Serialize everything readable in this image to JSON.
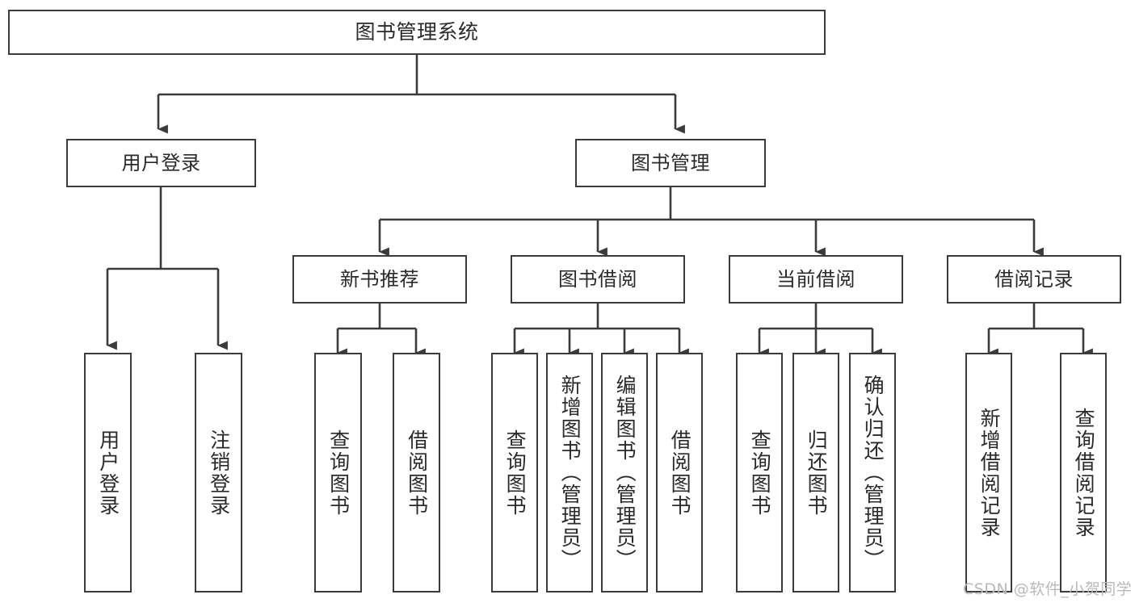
{
  "diagram": {
    "type": "tree",
    "title": "图书管理系统",
    "root": {
      "label": "图书管理系统"
    },
    "level1": [
      {
        "label": "用户登录"
      },
      {
        "label": "图书管理"
      }
    ],
    "level2": [
      {
        "label": "新书推荐"
      },
      {
        "label": "图书借阅"
      },
      {
        "label": "当前借阅"
      },
      {
        "label": "借阅记录"
      }
    ],
    "leaves": {
      "user_login": [
        {
          "label": "用户登录"
        },
        {
          "label": "注销登录"
        }
      ],
      "new_book_recommend": [
        {
          "label": "查询图书"
        },
        {
          "label": "借阅图书"
        }
      ],
      "book_borrow": [
        {
          "label": "查询图书"
        },
        {
          "label": "新增图书（管理员）"
        },
        {
          "label": "编辑图书（管理员）"
        },
        {
          "label": "借阅图书"
        }
      ],
      "current_borrow": [
        {
          "label": "查询图书"
        },
        {
          "label": "归还图书"
        },
        {
          "label": "确认归还（管理员）"
        }
      ],
      "borrow_record": [
        {
          "label": "新增借阅记录"
        },
        {
          "label": "查询借阅记录"
        }
      ]
    }
  },
  "watermark": {
    "text": "CSDN @软件_小贺同学"
  },
  "colors": {
    "stroke": "#3b3b3b",
    "text": "#2a2a2a",
    "background": "#ffffff",
    "watermark": "#b9b9b9"
  }
}
